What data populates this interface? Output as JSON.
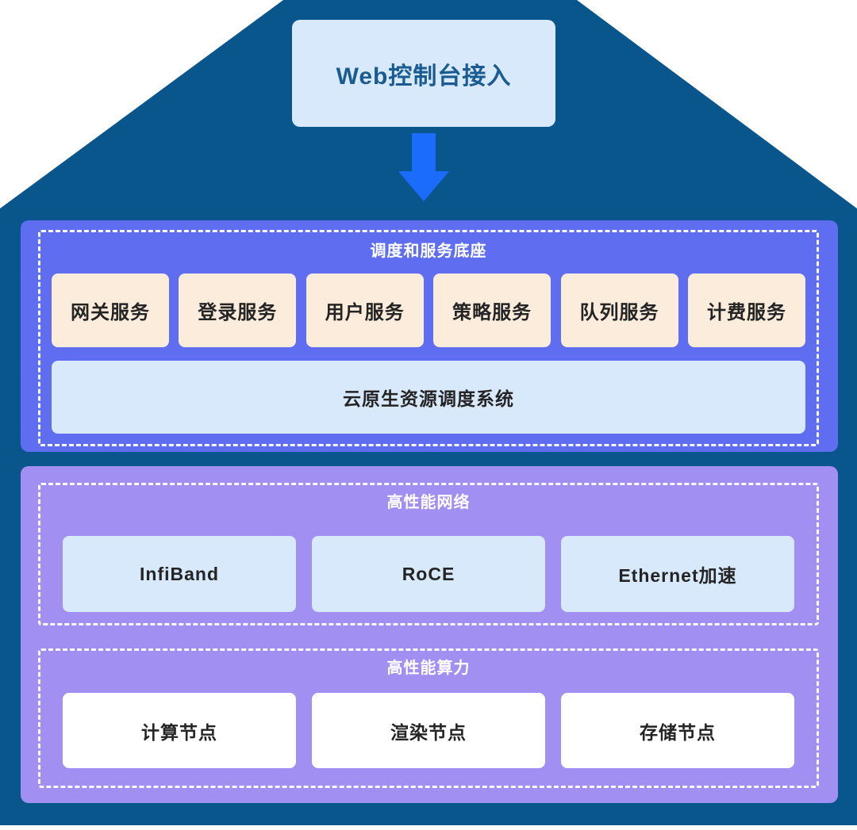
{
  "top": {
    "web_console_label": "Web控制台接入"
  },
  "scheduling_layer": {
    "title": "调度和服务底座",
    "services": [
      "网关服务",
      "登录服务",
      "用户服务",
      "策略服务",
      "队列服务",
      "计费服务"
    ],
    "platform": "云原生资源调度系统"
  },
  "performance_layer": {
    "network": {
      "title": "高性能网络",
      "items": [
        "InfiBand",
        "RoCE",
        "Ethernet加速"
      ]
    },
    "compute": {
      "title": "高性能算力",
      "items": [
        "计算节点",
        "渲染节点",
        "存储节点"
      ]
    }
  },
  "icons": {
    "arrow": "arrow-down-icon"
  },
  "colors": {
    "house_dark_blue": "#09568c",
    "scheduling_indigo": "#5f6ef0",
    "performance_purple": "#a28ff2",
    "service_cream": "#fcecdc",
    "box_light_blue": "#d7e9fa",
    "box_white": "#ffffff",
    "arrow_blue": "#1c6cfb",
    "web_text_blue": "#1a5c92",
    "box_text_dark": "#242424",
    "title_text_white": "#ffffff"
  }
}
